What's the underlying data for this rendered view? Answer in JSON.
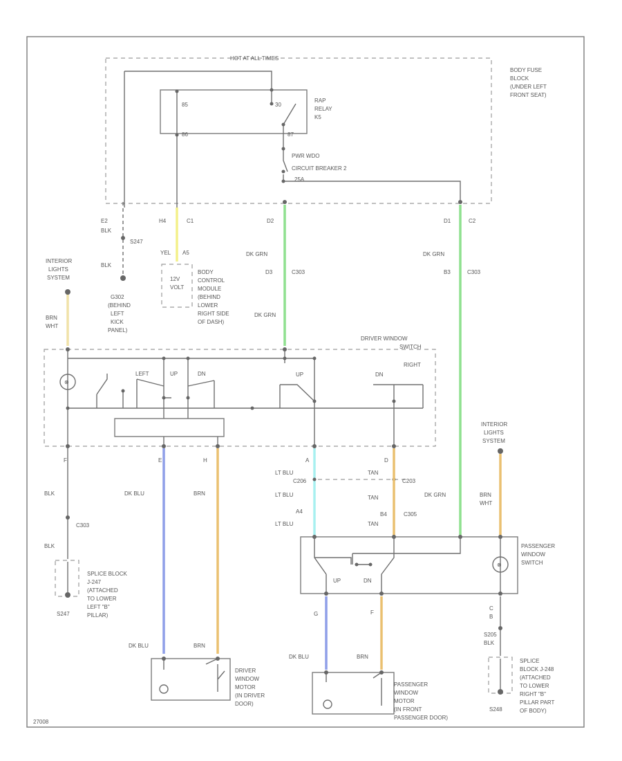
{
  "labels": {
    "hot_label": "HOT AT ALL TIMES",
    "fuse_block": [
      "BODY FUSE",
      "BLOCK",
      "(UNDER LEFT",
      "FRONT SEAT)"
    ],
    "rap_relay": [
      "RAP",
      "RELAY",
      "K5"
    ],
    "pwr_wdo": [
      "PWR WDO",
      "CIRCUIT BREAKER 2",
      "25A"
    ],
    "relay_pins": [
      "85",
      "86",
      "30",
      "87"
    ],
    "conn_e2": "E2",
    "conn_h4": "H4",
    "conn_c1": "C1",
    "conn_d2": "D2",
    "conn_d1": "D1",
    "conn_c2": "C2",
    "blk_1": "BLK",
    "s247": "S247",
    "blk_2": "BLK",
    "g302": [
      "G302",
      "(BEHIND",
      "LEFT",
      "KICK",
      "PANEL)"
    ],
    "yel": "YEL",
    "pin_a5": "A5",
    "volt": [
      "12V",
      "VOLT"
    ],
    "bcm": [
      "BODY",
      "CONTROL",
      "MODULE",
      "(BEHIND",
      "LOWER",
      "RIGHT SIDE",
      "OF DASH)"
    ],
    "dk_grn_1": "DK GRN",
    "d3": "D3",
    "c303_1": "C303",
    "dk_grn_2": "DK GRN",
    "dk_grn_3": "DK GRN",
    "b3": "B3",
    "c303_2": "C303",
    "ils_left": [
      "INTERIOR",
      "LIGHTS",
      "SYSTEM"
    ],
    "brn_wht_left": [
      "BRN",
      "WHT"
    ],
    "dws_label": [
      "DRIVER WINDOW",
      "SWITCH"
    ],
    "sw_left": "LEFT",
    "sw_up1": "UP",
    "sw_dn1": "DN",
    "sw_up2": "UP",
    "sw_dn2": "DN",
    "sw_right": "RIGHT",
    "pin_f": "F",
    "pin_e": "E",
    "pin_h": "H",
    "pin_a": "A",
    "pin_d": "D",
    "blk_3": "BLK",
    "c303_3": "C303",
    "blk_4": "BLK",
    "splice_left": [
      "SPLICE BLOCK",
      "J-247",
      "(ATTACHED",
      "TO LOWER",
      "LEFT \"B\"",
      "PILLAR)"
    ],
    "s247_b": "S247",
    "dk_blu_1": "DK BLU",
    "brn_1": "BRN",
    "lt_blu_1": "LT BLU",
    "lt_blu_2": "LT BLU",
    "lt_blu_3": "LT BLU",
    "tan_1": "TAN",
    "tan_2": "TAN",
    "tan_3": "TAN",
    "c_c206": "C206",
    "c_c203": "C203",
    "c_c305": "C305",
    "c_a4": "A4",
    "c_b4": "B4",
    "dk_grn_4": "DK GRN",
    "ils_right": [
      "INTERIOR",
      "LIGHTS",
      "SYSTEM"
    ],
    "brn_wht_right": [
      "BRN",
      "WHT"
    ],
    "pws_label": [
      "PASSENGER",
      "WINDOW",
      "SWITCH"
    ],
    "pws_up": "UP",
    "pws_dn": "DN",
    "pin_g": "G",
    "pin_f2": "F",
    "pin_c": "C",
    "pin_b": "B",
    "s205": "S205",
    "blk_5": "BLK",
    "dk_blu_2": "DK BLU",
    "brn_2": "BRN",
    "dk_blu_3": "DK BLU",
    "brn_3": "BRN",
    "dwm_label": [
      "DRIVER",
      "WINDOW",
      "MOTOR",
      "(IN DRIVER",
      "DOOR)"
    ],
    "pwm_label": [
      "PASSENGER",
      "WINDOW",
      "MOTOR",
      "(IN FRONT",
      "PASSENGER DOOR)"
    ],
    "splice_right": [
      "SPLICE",
      "BLOCK J-248",
      "(ATTACHED",
      "TO LOWER",
      "RIGHT \"B\"",
      "PILLAR PART",
      "OF BODY)"
    ],
    "s248": "S248",
    "footer_code": "27008"
  }
}
